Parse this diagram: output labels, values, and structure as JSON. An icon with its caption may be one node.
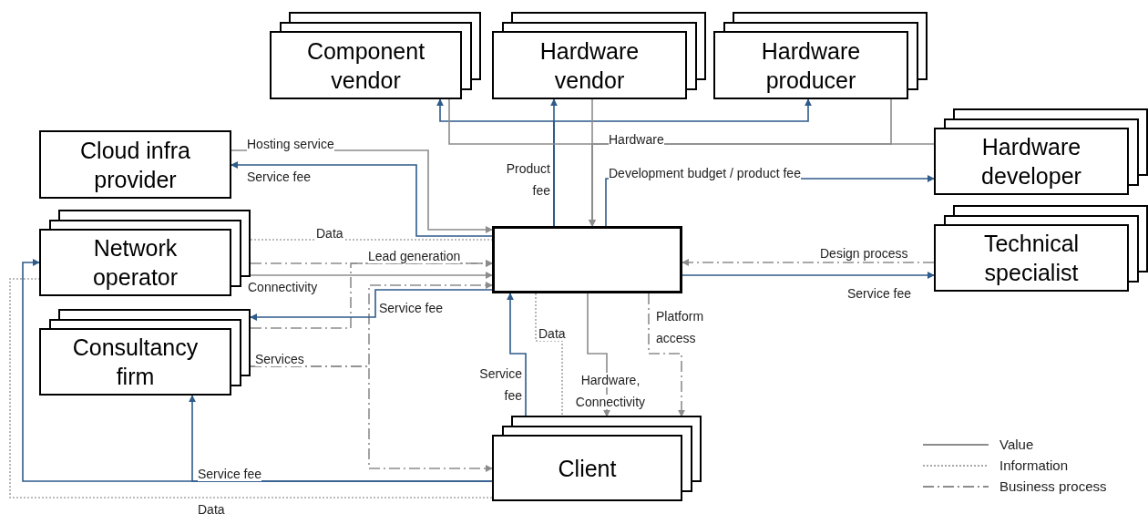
{
  "diagram": {
    "nodes": [
      {
        "text": [
          "Component vendor"
        ]
      },
      {
        "text": [
          "Hardware vendor"
        ]
      },
      {
        "text": [
          "Hardware producer"
        ]
      },
      {
        "text": [
          "Cloud infra provider"
        ]
      },
      {
        "text": [
          "Hardware developer"
        ]
      },
      {
        "text": [
          "Network operator"
        ]
      },
      {
        "text": [],
        "shape": "box"
      },
      {
        "text": [
          "Technical specialist"
        ]
      },
      {
        "text": [
          "Consultancy firm"
        ]
      },
      {
        "text": [
          "Client"
        ]
      }
    ],
    "edges": [
      {
        "from": 6,
        "to": 0,
        "arrow": "to",
        "color": "#2f5b8a"
      },
      {
        "from": 6,
        "to": 1,
        "arrow": "to",
        "label": "Product fee",
        "color": "#2f5b8a"
      },
      {
        "from": 6,
        "to": 2,
        "arrow": "to",
        "color": "#2f5b8a"
      },
      {
        "from": 0,
        "to": 6,
        "arrow": "to",
        "label": "Hardware"
      },
      {
        "from": 1,
        "to": 6,
        "arrow": "to"
      },
      {
        "from": 2,
        "to": 6,
        "arrow": "to"
      },
      {
        "from": 4,
        "to": 6,
        "arrow": "to"
      },
      {
        "from": 3,
        "to": 6,
        "arrow": "to",
        "label": "Hosting service"
      },
      {
        "from": 6,
        "to": 3,
        "arrow": "to",
        "label": "Service fee",
        "color": "#2f5b8a"
      },
      {
        "from": 5,
        "to": 6,
        "arrow": "none",
        "label": "Data",
        "style": "dashed",
        "color": "#a6a6a6"
      },
      {
        "from": 5,
        "to": 6,
        "arrow": "to",
        "label": "Lead generation",
        "style": "dashed"
      },
      {
        "from": 8,
        "to": 6,
        "arrow": "to",
        "style": "dashed"
      },
      {
        "from": 5,
        "to": 6,
        "arrow": "to",
        "label": "Connectivity"
      },
      {
        "from": 8,
        "to": 6,
        "arrow": "to",
        "label": "Services",
        "style": "dashed"
      },
      {
        "from": 8,
        "to": 9,
        "arrow": "to",
        "style": "dashed"
      },
      {
        "from": 6,
        "to": 8,
        "arrow": "to",
        "label": "Service fee",
        "color": "#2f5b8a"
      },
      {
        "from": 9,
        "to": 6,
        "arrow": "to",
        "label": "Service fee",
        "color": "#2f5b8a"
      },
      {
        "from": 9,
        "to": 5,
        "arrow": "to",
        "label": "Service fee",
        "color": "#2f5b8a"
      },
      {
        "from": 9,
        "to": 8,
        "arrow": "to",
        "color": "#2f5b8a"
      },
      {
        "from": 9,
        "to": 5,
        "arrow": "none",
        "label": "Data",
        "style": "dashed",
        "color": "#a6a6a6"
      },
      {
        "from": 6,
        "to": 9,
        "arrow": "none",
        "label": "Data",
        "style": "dashed",
        "color": "#a6a6a6"
      },
      {
        "from": 6,
        "to": 9,
        "arrow": "to",
        "label": "Hardware, Connectivity"
      },
      {
        "from": 6,
        "to": 9,
        "arrow": "to",
        "label": "Platform access",
        "style": "dashed"
      },
      {
        "from": 7,
        "to": 6,
        "arrow": "to",
        "label": "Design process",
        "style": "dashed"
      },
      {
        "from": 6,
        "to": 7,
        "arrow": "to",
        "label": "Service fee",
        "color": "#2f5b8a"
      },
      {
        "from": 6,
        "to": 4,
        "arrow": "to",
        "label": "Development budget / product fee",
        "color": "#2f5b8a"
      }
    ],
    "legend": [
      {
        "text": "Value"
      },
      {
        "text": "Information"
      },
      {
        "text": "Business process"
      }
    ]
  }
}
